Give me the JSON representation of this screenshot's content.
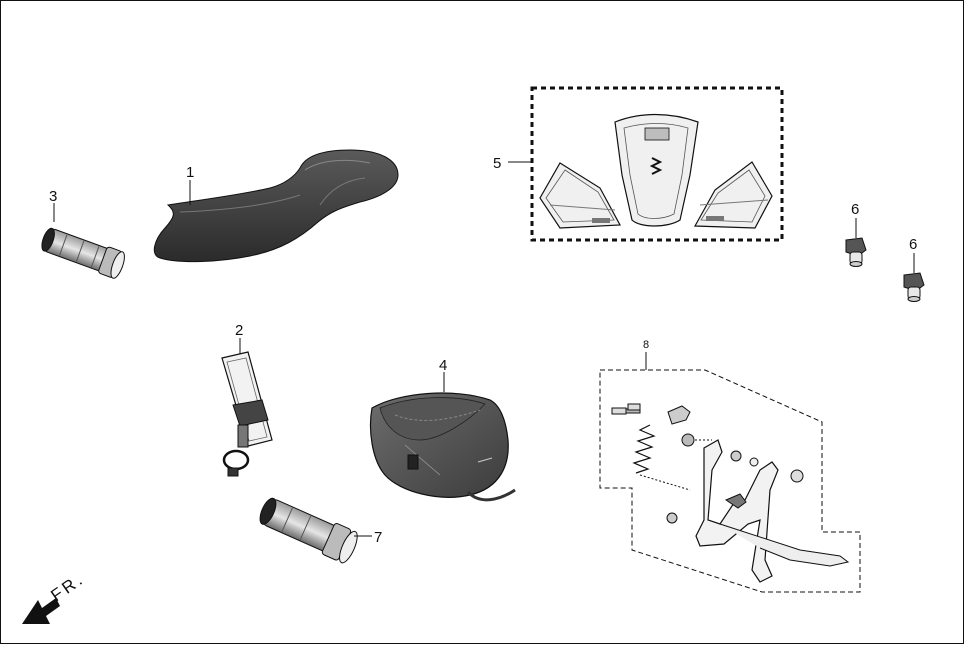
{
  "callouts": {
    "c1": "1",
    "c2": "2",
    "c3": "3",
    "c4": "4",
    "c5": "5",
    "c6a": "6",
    "c6b": "6",
    "c7": "7",
    "c8": "8"
  },
  "direction": {
    "label": "FR."
  },
  "colors": {
    "ink": "#111111",
    "part_dark": "#3a3a3a",
    "part_mid": "#7a7a7a",
    "part_light": "#cfcfcf"
  }
}
